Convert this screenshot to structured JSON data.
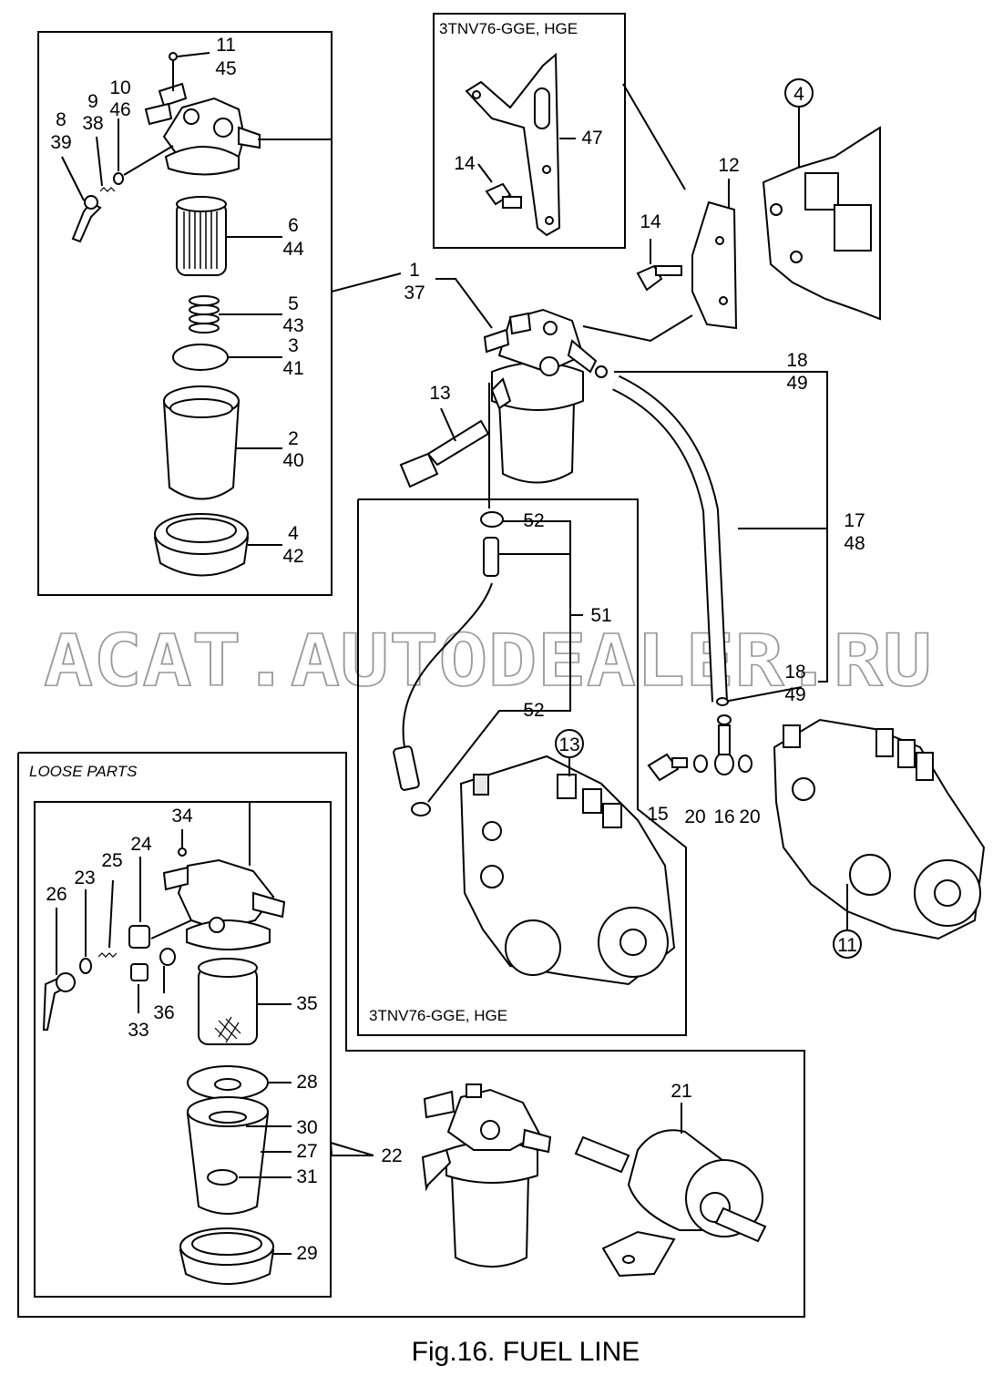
{
  "figure": {
    "caption": "Fig.16.  FUEL LINE",
    "watermark": "ACAT.AUTODEALER.RU"
  },
  "boxes": {
    "bracket_variant": "3TNV76-GGE, HGE",
    "pipe_variant": "3TNV76-GGE, HGE",
    "loose_parts": "LOOSE PARTS"
  },
  "labels": {
    "l11": "11",
    "l45": "45",
    "l10": "10",
    "l46": "46",
    "l9": "9",
    "l38": "38",
    "l8": "8",
    "l39": "39",
    "l6": "6",
    "l44": "44",
    "l5": "5",
    "l43": "43",
    "l3": "3",
    "l41": "41",
    "l2": "2",
    "l40": "40",
    "l4a": "4",
    "l42": "42",
    "l1": "1",
    "l37": "37",
    "l13": "13",
    "l14a": "14",
    "l47": "47",
    "l14b": "14",
    "l12": "12",
    "l4b": "4",
    "l18a": "18",
    "l49a": "49",
    "l17": "17",
    "l48": "48",
    "l52a": "52",
    "l51": "51",
    "l52b": "52",
    "l18b": "18",
    "l49b": "49",
    "l13b": "13",
    "l15": "15",
    "l20a": "20",
    "l16": "16",
    "l20b": "20",
    "l11b": "11",
    "l34": "34",
    "l24": "24",
    "l25": "25",
    "l23": "23",
    "l26": "26",
    "l33": "33",
    "l36": "36",
    "l35": "35",
    "l28": "28",
    "l30": "30",
    "l27": "27",
    "l31": "31",
    "l29": "29",
    "l22": "22",
    "l21": "21"
  }
}
